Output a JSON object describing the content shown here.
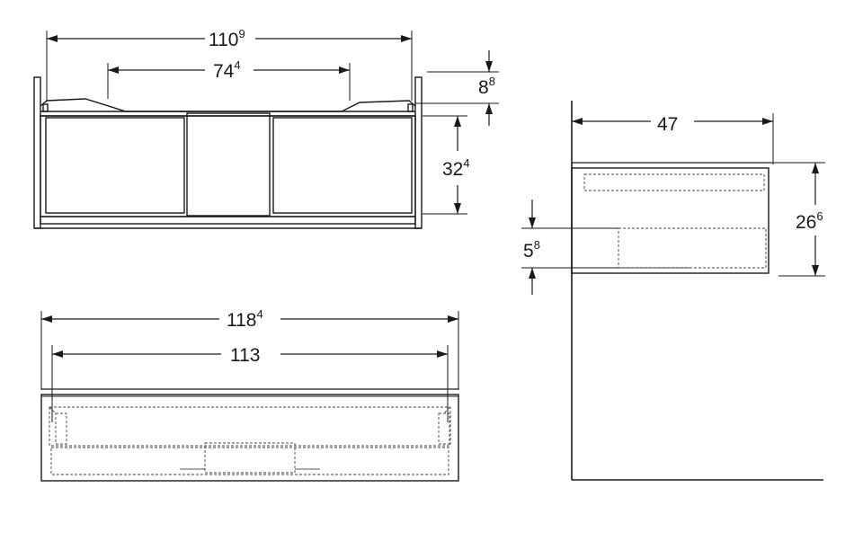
{
  "dimensions": {
    "front_width": {
      "main": "110",
      "sup": "9"
    },
    "front_inner_width": {
      "main": "74",
      "sup": "4"
    },
    "front_top_offset": {
      "main": "8",
      "sup": "8"
    },
    "front_height": {
      "main": "32",
      "sup": "4"
    },
    "top_outer_width": {
      "main": "118",
      "sup": "4"
    },
    "top_inner_width": {
      "main": "113",
      "sup": ""
    },
    "side_depth": {
      "main": "47",
      "sup": ""
    },
    "side_height": {
      "main": "26",
      "sup": "6"
    },
    "side_bottom_gap": {
      "main": "5",
      "sup": "8"
    }
  }
}
